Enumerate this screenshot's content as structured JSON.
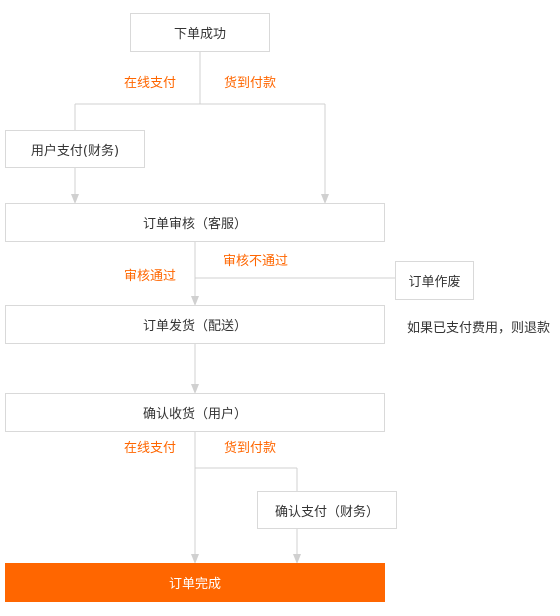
{
  "nodes": {
    "order_success": "下单成功",
    "user_pay": "用户支付(财务)",
    "order_review": "订单审核（客服）",
    "order_void": "订单作废",
    "order_ship": "订单发货（配送）",
    "confirm_receipt": "确认收货（用户）",
    "confirm_pay": "确认支付（财务）",
    "order_complete": "订单完成"
  },
  "edges": {
    "online_pay_1": "在线支付",
    "cod_1": "货到付款",
    "review_pass": "审核通过",
    "review_fail": "审核不通过",
    "online_pay_2": "在线支付",
    "cod_2": "货到付款"
  },
  "notes": {
    "refund_note": "如果已支付费用，则退款"
  },
  "colors": {
    "accent": "#ff6600",
    "line": "#d0d0d0",
    "border": "#d9d9d9",
    "text": "#333333"
  }
}
